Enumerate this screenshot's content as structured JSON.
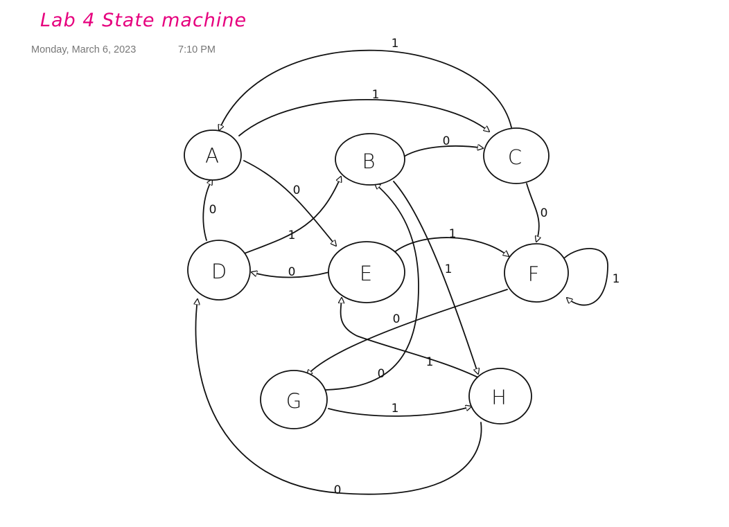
{
  "page": {
    "title": "Lab 4  State machine",
    "date": "Monday, March 6, 2023",
    "time": "7:10 PM"
  },
  "diagram": {
    "states": [
      "A",
      "B",
      "C",
      "D",
      "E",
      "F",
      "G",
      "H"
    ],
    "transitions": [
      {
        "from": "C",
        "to": "A",
        "input": "1"
      },
      {
        "from": "A",
        "to": "C",
        "input": "1"
      },
      {
        "from": "A",
        "to": "E",
        "input": "0"
      },
      {
        "from": "B",
        "to": "C",
        "input": "0"
      },
      {
        "from": "C",
        "to": "F",
        "input": "0"
      },
      {
        "from": "D",
        "to": "A",
        "input": "0"
      },
      {
        "from": "D",
        "to": "B",
        "input": "1"
      },
      {
        "from": "E",
        "to": "D",
        "input": "0"
      },
      {
        "from": "E",
        "to": "F",
        "input": "1"
      },
      {
        "from": "B",
        "to": "H",
        "input": "1"
      },
      {
        "from": "F",
        "to": "F",
        "input": "1"
      },
      {
        "from": "F",
        "to": "G",
        "input": "0"
      },
      {
        "from": "G",
        "to": "B",
        "input": "0"
      },
      {
        "from": "G",
        "to": "H",
        "input": "1"
      },
      {
        "from": "H",
        "to": "E",
        "input": "1"
      },
      {
        "from": "H",
        "to": "D",
        "input": "0"
      }
    ]
  }
}
